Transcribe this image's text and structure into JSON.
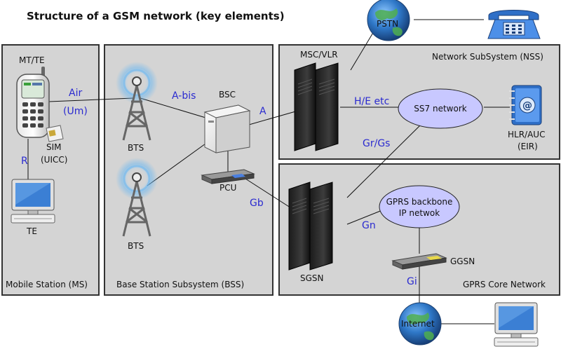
{
  "title": "Structure of a GSM network (key elements)",
  "sections": {
    "ms": "Mobile Station (MS)",
    "bss": "Base Station Subsystem (BSS)",
    "nss": "Network SubSystem (NSS)",
    "gprs": "GPRS Core Network"
  },
  "nodes": {
    "mt_te": "MT/TE",
    "sim": "SIM",
    "uicc": "(UICC)",
    "te": "TE",
    "bts_top": "BTS",
    "bts_bottom": "BTS",
    "bsc": "BSC",
    "pcu": "PCU",
    "msc_vlr": "MSC/VLR",
    "pstn": "PSTN",
    "ss7": "SS7 network",
    "hlr_auc": "HLR/AUC",
    "eir": "(EIR)",
    "sgsn": "SGSN",
    "gprs_backbone_1": "GPRS backbone",
    "gprs_backbone_2": "IP netwok",
    "ggsn": "GGSN",
    "internet": "Internet"
  },
  "interfaces": {
    "air": "Air",
    "um": "(Um)",
    "r": "R",
    "abis": "A-bis",
    "a": "A",
    "he": "H/E etc",
    "grgs": "Gr/Gs",
    "gb": "Gb",
    "gn": "Gn",
    "gi": "Gi"
  },
  "colors": {
    "panel": "#d4d4d4",
    "interface_label": "#2b2bd0",
    "ellipse": "#c8c8ff",
    "server": "#2a2a2a"
  }
}
